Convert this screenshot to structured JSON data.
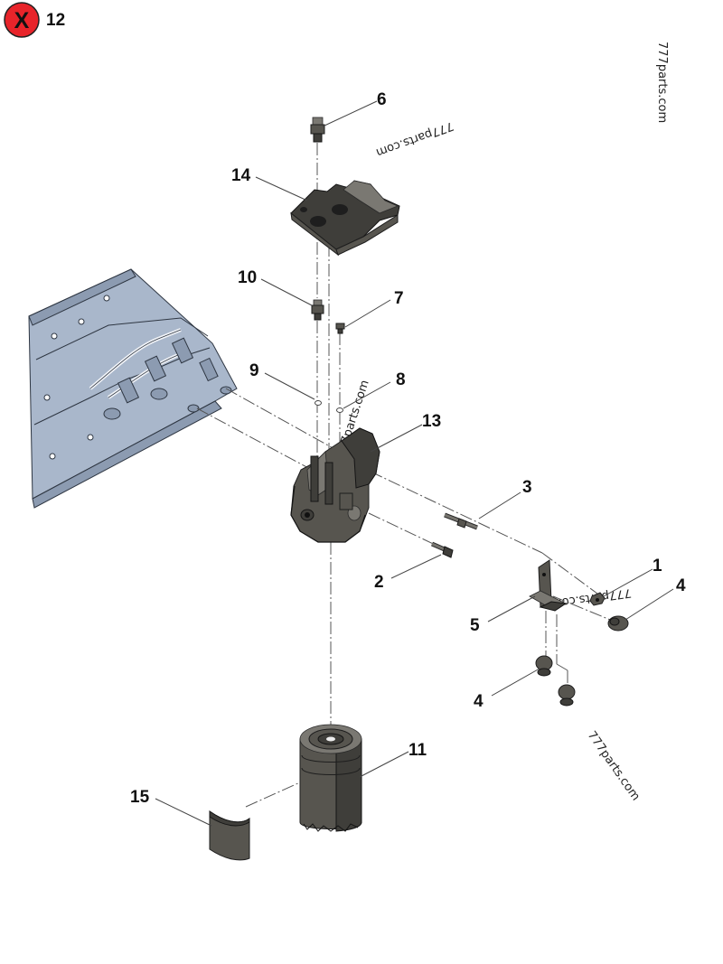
{
  "header": {
    "close_glyph": "X",
    "page_number": "12"
  },
  "watermarks": [
    "777parts.com",
    "777parts.com",
    "777parts.com",
    "777parts.com",
    "777parts.com"
  ],
  "callouts": {
    "c1": "1",
    "c2": "2",
    "c3": "3",
    "c4a": "4",
    "c4b": "4",
    "c5": "5",
    "c6": "6",
    "c7": "7",
    "c8": "8",
    "c9": "9",
    "c10": "10",
    "c11": "11",
    "c13": "13",
    "c14": "14",
    "c15": "15"
  },
  "colors": {
    "close_badge": "#e8242a",
    "part_gray": "#57554f",
    "engine_blue": "#a9b7cb"
  },
  "icons": {
    "close": "close-icon"
  }
}
